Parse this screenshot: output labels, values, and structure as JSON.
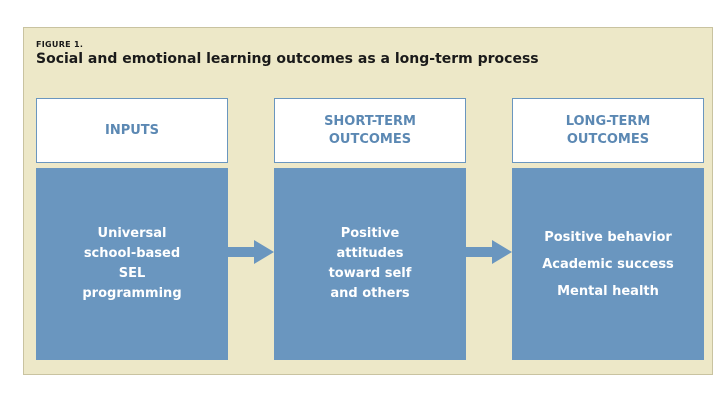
{
  "figure": {
    "label": "FIGURE 1.",
    "title": "Social and emotional learning outcomes as a long-term process"
  },
  "colors": {
    "panel_background": "#ede8c8",
    "box_blue": "#6a96bf",
    "header_text": "#5b88b3",
    "arrow": "#6a96bf"
  },
  "columns": [
    {
      "header": "INPUTS",
      "body": "Universal\nschool-based\nSEL\nprogramming"
    },
    {
      "header": "SHORT-TERM\nOUTCOMES",
      "body": "Positive\nattitudes\ntoward self\nand others"
    },
    {
      "header": "LONG-TERM\nOUTCOMES",
      "items": [
        "Positive behavior",
        "Academic success",
        "Mental health"
      ]
    }
  ],
  "arrows": [
    {
      "from": "INPUTS",
      "to": "SHORT-TERM OUTCOMES"
    },
    {
      "from": "SHORT-TERM OUTCOMES",
      "to": "LONG-TERM OUTCOMES"
    }
  ]
}
